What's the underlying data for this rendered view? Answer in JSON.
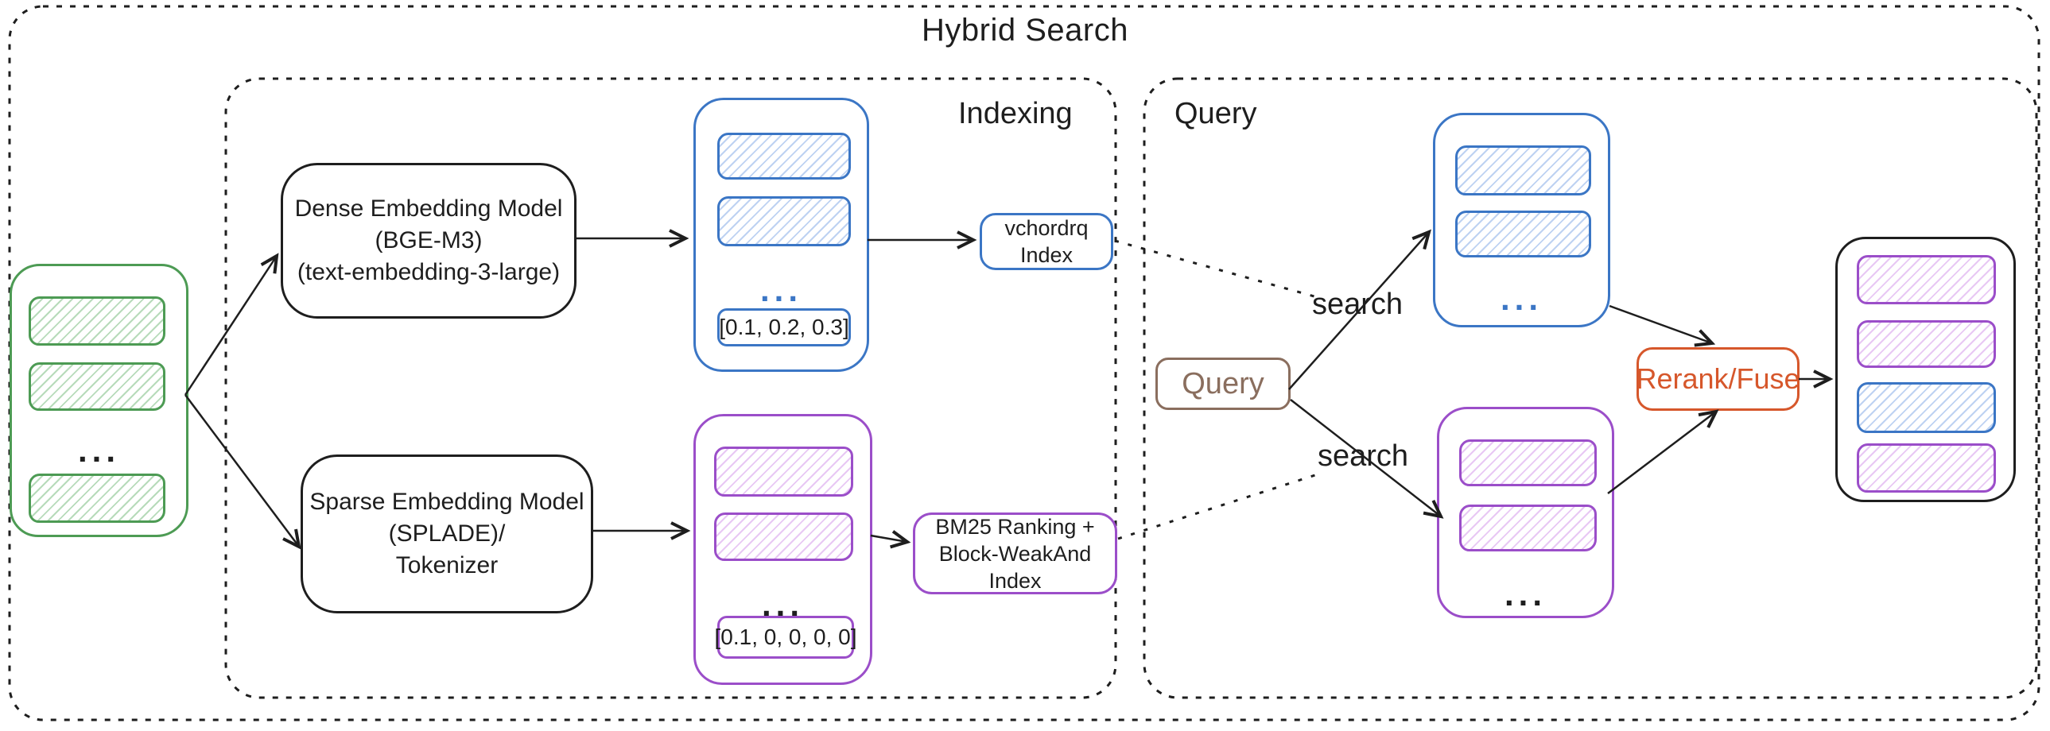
{
  "title": "Hybrid Search",
  "sections": {
    "indexing_label": "Indexing",
    "query_label": "Query"
  },
  "source_docs": {
    "ellipsis": "..."
  },
  "dense_model": {
    "line1": "Dense Embedding Model",
    "line2": "(BGE-M3)",
    "line3": "(text-embedding-3-large)"
  },
  "sparse_model": {
    "line1": "Sparse Embedding Model",
    "line2": "(SPLADE)/",
    "line3": "Tokenizer"
  },
  "dense_vectors": {
    "ellipsis": "...",
    "sample_vector": "[0.1, 0.2, 0.3]"
  },
  "sparse_vectors": {
    "ellipsis": "...",
    "sample_vector": "[0.1, 0, 0, 0, 0]"
  },
  "dense_index": {
    "line1": "vchordrq",
    "line2": "Index"
  },
  "sparse_index": {
    "line1": "BM25 Ranking +",
    "line2": "Block-WeakAnd Index"
  },
  "query_flow": {
    "query_label": "Query",
    "search_dense_label": "search",
    "search_sparse_label": "search",
    "dense_results_ellipsis": "...",
    "sparse_results_ellipsis": "..."
  },
  "rerank": {
    "label": "Rerank/Fuse"
  },
  "colors": {
    "ink": "#1e1e1e",
    "green": "#4d9b54",
    "blue": "#3b76c5",
    "purple": "#9b4ec9",
    "brown": "#8a6e5e",
    "orange": "#d6572b"
  }
}
